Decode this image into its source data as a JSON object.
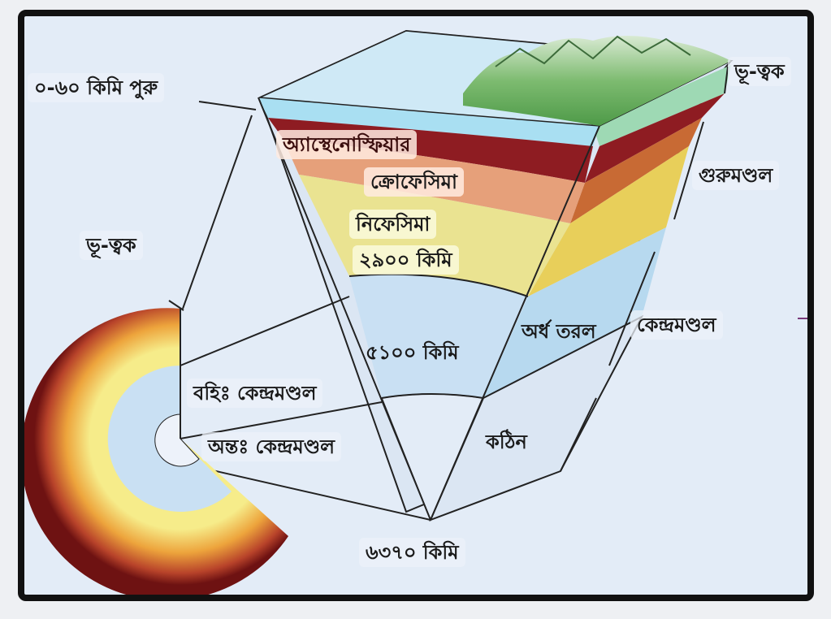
{
  "labels": {
    "crust_thickness": "০-৬০ কিমি পুরু",
    "crust_left": "ভূ-ত্বক",
    "crust_right": "ভূ-ত্বক",
    "asthenosphere": "অ্যাস্থেনোস্ফিয়ার",
    "crofesima": "ক্রোফেসিমা",
    "nifesima": "নিফেসিমা",
    "depth_2900": "২৯০০ কিমি",
    "mantle": "গুরুমণ্ডল",
    "semi_liquid": "অর্ধ তরল",
    "core": "কেন্দ্রমণ্ডল",
    "depth_5100": "৫১০০ কিমি",
    "outer_core": "বহিঃ কেন্দ্রমণ্ডল",
    "inner_core": "অন্তঃ কেন্দ্রমণ্ডল",
    "solid": "কঠিন",
    "depth_6370": "৬৩৭০ কিমি"
  },
  "colors": {
    "frame": "#111111",
    "background": "#e3ecf7",
    "crust_land": "#5fae5a",
    "crust_ocean": "#a9dff2",
    "asthenosphere": "#8e1c22",
    "crofesima": "#e6a07a",
    "nifesima": "#eae391",
    "outer_core": "#c9e0f3",
    "inner_core": "#e8eef8",
    "hot_outer": "#8b1a1a",
    "hot_mid": "#e8a43a",
    "hot_inner": "#f3e37b"
  }
}
